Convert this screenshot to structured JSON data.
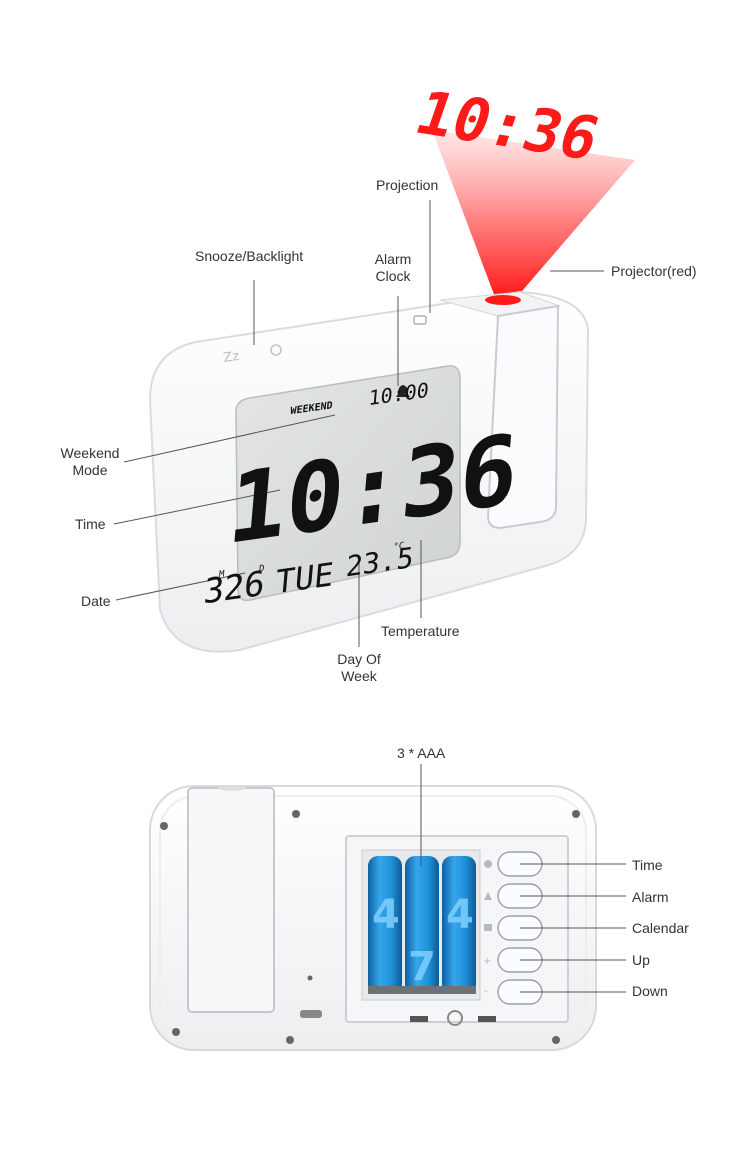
{
  "front": {
    "projected_time": "10:36",
    "lcd": {
      "weekend_badge": "WEEKEND",
      "alarm_time": "10:00",
      "main_time": "10:36",
      "date_month": "3",
      "date_month_marker": "M",
      "date_day": "26",
      "date_day_marker": "D",
      "day_of_week": "TUE",
      "temperature": "23.5",
      "temperature_unit": "°C"
    },
    "labels": {
      "snooze": "Snooze/Backlight",
      "projection": "Projection",
      "alarm_line1": "Alarm",
      "alarm_line2": "Clock",
      "projector": "Projector(red)",
      "weekend_line1": "Weekend",
      "weekend_line2": "Mode",
      "time": "Time",
      "date": "Date",
      "temperature": "Temperature",
      "dow_line1": "Day Of",
      "dow_line2": "Week"
    }
  },
  "back": {
    "labels": {
      "battery": "3 * AAA",
      "time": "Time",
      "alarm": "Alarm",
      "calendar": "Calendar",
      "up": "Up",
      "down": "Down"
    },
    "battery_markings": [
      "4",
      "7",
      "4"
    ]
  },
  "colors": {
    "projection_red": "#ff1a1a",
    "lcd_bg": "#d9dcda",
    "battery_blue": "#1e8fd6"
  }
}
